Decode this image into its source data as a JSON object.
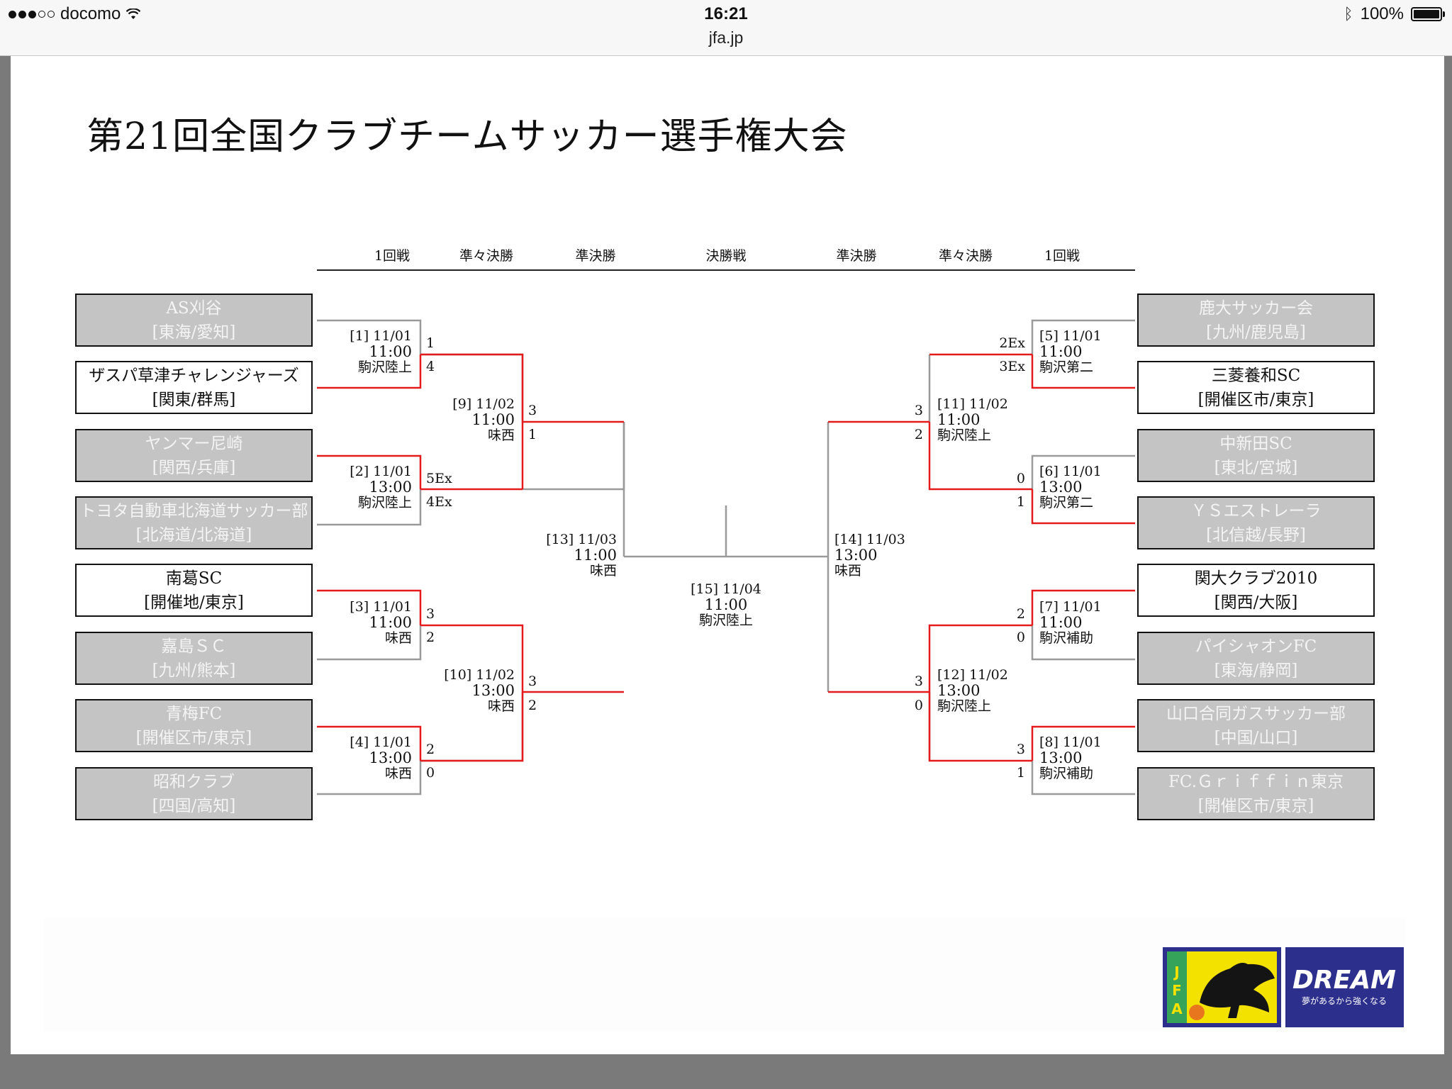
{
  "status_bar": {
    "carrier": "docomo",
    "time": "16:21",
    "url": "jfa.jp",
    "battery": "100%"
  },
  "title": "第21回全国クラブチームサッカー選手権大会",
  "round_labels": {
    "left_r1": "1回戦",
    "left_qf": "準々決勝",
    "left_sf": "準決勝",
    "final": "決勝戦",
    "right_sf": "準決勝",
    "right_qf": "準々決勝",
    "right_r1": "1回戦"
  },
  "left_teams": [
    {
      "name": "AS刈谷",
      "region": "[東海/愛知]",
      "status": "eliminated"
    },
    {
      "name": "ザスパ草津チャレンジャーズ",
      "region": "[関東/群馬]",
      "status": "active"
    },
    {
      "name": "ヤンマー尼崎",
      "region": "[関西/兵庫]",
      "status": "eliminated"
    },
    {
      "name": "トヨタ自動車北海道サッカー部",
      "region": "[北海道/北海道]",
      "status": "eliminated"
    },
    {
      "name": "南葛SC",
      "region": "[開催地/東京]",
      "status": "active"
    },
    {
      "name": "嘉島ＳＣ",
      "region": "[九州/熊本]",
      "status": "eliminated"
    },
    {
      "name": "青梅FC",
      "region": "[開催区市/東京]",
      "status": "eliminated"
    },
    {
      "name": "昭和クラブ",
      "region": "[四国/高知]",
      "status": "eliminated"
    }
  ],
  "right_teams": [
    {
      "name": "鹿大サッカー会",
      "region": "[九州/鹿児島]",
      "status": "eliminated"
    },
    {
      "name": "三菱養和SC",
      "region": "[開催区市/東京]",
      "status": "active"
    },
    {
      "name": "中新田SC",
      "region": "[東北/宮城]",
      "status": "eliminated"
    },
    {
      "name": "ＹＳエストレーラ",
      "region": "[北信越/長野]",
      "status": "eliminated"
    },
    {
      "name": "関大クラブ2010",
      "region": "[関西/大阪]",
      "status": "active"
    },
    {
      "name": "パイシャオンFC",
      "region": "[東海/静岡]",
      "status": "eliminated"
    },
    {
      "name": "山口合同ガスサッカー部",
      "region": "[中国/山口]",
      "status": "eliminated"
    },
    {
      "name": "FC.Ｇｒｉｆｆｉｎ東京",
      "region": "[開催区市/東京]",
      "status": "eliminated"
    }
  ],
  "matches": {
    "m1": {
      "code": "[1] 11/01",
      "time": "11:00",
      "venue": "駒沢陸上",
      "score_top": "1",
      "score_bottom": "4"
    },
    "m2": {
      "code": "[2] 11/01",
      "time": "13:00",
      "venue": "駒沢陸上",
      "score_top": "5Ex",
      "score_bottom": "4Ex"
    },
    "m3": {
      "code": "[3] 11/01",
      "time": "11:00",
      "venue": "味西",
      "score_top": "3",
      "score_bottom": "2"
    },
    "m4": {
      "code": "[4] 11/01",
      "time": "13:00",
      "venue": "味西",
      "score_top": "2",
      "score_bottom": "0"
    },
    "m5": {
      "code": "[5] 11/01",
      "time": "11:00",
      "venue": "駒沢第二",
      "score_top": "2Ex",
      "score_bottom": "3Ex"
    },
    "m6": {
      "code": "[6] 11/01",
      "time": "13:00",
      "venue": "駒沢第二",
      "score_top": "0",
      "score_bottom": "1"
    },
    "m7": {
      "code": "[7] 11/01",
      "time": "11:00",
      "venue": "駒沢補助",
      "score_top": "2",
      "score_bottom": "0"
    },
    "m8": {
      "code": "[8] 11/01",
      "time": "13:00",
      "venue": "駒沢補助",
      "score_top": "3",
      "score_bottom": "1"
    },
    "m9": {
      "code": "[9] 11/02",
      "time": "11:00",
      "venue": "味西",
      "score_top": "3",
      "score_bottom": "1"
    },
    "m10": {
      "code": "[10] 11/02",
      "time": "13:00",
      "venue": "味西",
      "score_top": "3",
      "score_bottom": "2"
    },
    "m11": {
      "code": "[11] 11/02",
      "time": "11:00",
      "venue": "駒沢陸上",
      "score_top": "3",
      "score_bottom": "2"
    },
    "m12": {
      "code": "[12] 11/02",
      "time": "13:00",
      "venue": "駒沢陸上",
      "score_top": "3",
      "score_bottom": "0"
    },
    "m13": {
      "code": "[13] 11/03",
      "time": "11:00",
      "venue": "味西"
    },
    "m14": {
      "code": "[14] 11/03",
      "time": "13:00",
      "venue": "味西"
    },
    "m15": {
      "code": "[15] 11/04",
      "time": "11:00",
      "venue": "駒沢陸上"
    }
  },
  "logo": {
    "banner_text": "DREAM",
    "banner_sub": "夢があるから強くなる",
    "emblem_letters": "JFA"
  },
  "colors": {
    "win_line": "#e31b1b",
    "line": "#9a9a9a",
    "eliminated_box": "#c4c4c4",
    "logo_blue": "#2d2f8c",
    "logo_yellow": "#f3e100",
    "logo_green": "#35a35a"
  }
}
